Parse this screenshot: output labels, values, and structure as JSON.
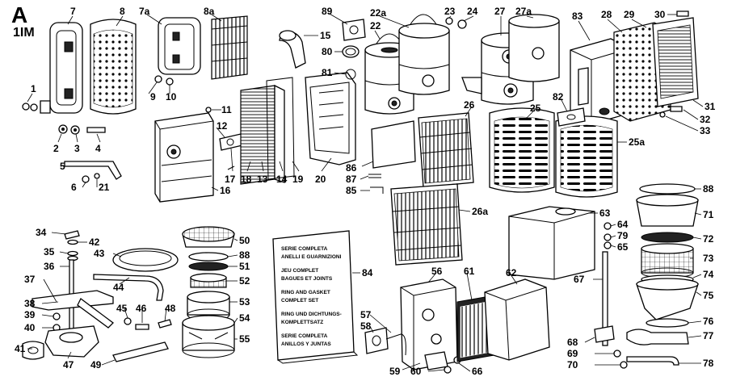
{
  "header": {
    "letter": "A",
    "model": "1IM"
  },
  "kit_card": {
    "lines": [
      "SERIE COMPLETA",
      "ANELLI E GUARNIZIONI",
      "JEU COMPLET",
      "BAGUES ET JOINTS",
      "RING AND GASKET",
      "COMPLET SET",
      "RING UND DICHTUNGS-",
      "KOMPLETTSATZ",
      "SERIE COMPLETA",
      "ANILLOS Y JUNTAS"
    ]
  },
  "callouts": [
    {
      "id": "c7",
      "text": "7"
    },
    {
      "id": "c8",
      "text": "8"
    },
    {
      "id": "c7a",
      "text": "7a"
    },
    {
      "id": "c8a",
      "text": "8a"
    },
    {
      "id": "c89",
      "text": "89"
    },
    {
      "id": "c22a",
      "text": "22a"
    },
    {
      "id": "c23",
      "text": "23"
    },
    {
      "id": "c24",
      "text": "24"
    },
    {
      "id": "c27",
      "text": "27"
    },
    {
      "id": "c27a",
      "text": "27a"
    },
    {
      "id": "c83",
      "text": "83"
    },
    {
      "id": "c28",
      "text": "28"
    },
    {
      "id": "c29",
      "text": "29"
    },
    {
      "id": "c30",
      "text": "30"
    },
    {
      "id": "c22",
      "text": "22"
    },
    {
      "id": "c15",
      "text": "15"
    },
    {
      "id": "c80",
      "text": "80"
    },
    {
      "id": "c81",
      "text": "81"
    },
    {
      "id": "c1",
      "text": "1"
    },
    {
      "id": "c9",
      "text": "9"
    },
    {
      "id": "c10",
      "text": "10"
    },
    {
      "id": "c11",
      "text": "11"
    },
    {
      "id": "c26",
      "text": "26"
    },
    {
      "id": "c25",
      "text": "25"
    },
    {
      "id": "c82",
      "text": "82"
    },
    {
      "id": "c31",
      "text": "31"
    },
    {
      "id": "c32",
      "text": "32"
    },
    {
      "id": "c33",
      "text": "33"
    },
    {
      "id": "c2",
      "text": "2"
    },
    {
      "id": "c3",
      "text": "3"
    },
    {
      "id": "c4",
      "text": "4"
    },
    {
      "id": "c12",
      "text": "12"
    },
    {
      "id": "c25a",
      "text": "25a"
    },
    {
      "id": "c5",
      "text": "5"
    },
    {
      "id": "c17",
      "text": "17"
    },
    {
      "id": "c18",
      "text": "18"
    },
    {
      "id": "c13",
      "text": "13"
    },
    {
      "id": "c14",
      "text": "14"
    },
    {
      "id": "c19",
      "text": "19"
    },
    {
      "id": "c20",
      "text": "20"
    },
    {
      "id": "c86",
      "text": "86"
    },
    {
      "id": "c87",
      "text": "87"
    },
    {
      "id": "c6",
      "text": "6"
    },
    {
      "id": "c21",
      "text": "21"
    },
    {
      "id": "c16",
      "text": "16"
    },
    {
      "id": "c85",
      "text": "85"
    },
    {
      "id": "c88a",
      "text": "88"
    },
    {
      "id": "c26a",
      "text": "26a"
    },
    {
      "id": "c63",
      "text": "63"
    },
    {
      "id": "c71",
      "text": "71"
    },
    {
      "id": "c64",
      "text": "64"
    },
    {
      "id": "c34",
      "text": "34"
    },
    {
      "id": "c79",
      "text": "79"
    },
    {
      "id": "c42",
      "text": "42"
    },
    {
      "id": "c50",
      "text": "50"
    },
    {
      "id": "c72",
      "text": "72"
    },
    {
      "id": "c65",
      "text": "65"
    },
    {
      "id": "c35",
      "text": "35"
    },
    {
      "id": "c43",
      "text": "43"
    },
    {
      "id": "c88b",
      "text": "88"
    },
    {
      "id": "c73",
      "text": "73"
    },
    {
      "id": "c36",
      "text": "36"
    },
    {
      "id": "c51",
      "text": "51"
    },
    {
      "id": "c84",
      "text": "84"
    },
    {
      "id": "c56",
      "text": "56"
    },
    {
      "id": "c61",
      "text": "61"
    },
    {
      "id": "c62",
      "text": "62"
    },
    {
      "id": "c74",
      "text": "74"
    },
    {
      "id": "c37",
      "text": "37"
    },
    {
      "id": "c44",
      "text": "44"
    },
    {
      "id": "c52",
      "text": "52"
    },
    {
      "id": "c67",
      "text": "67"
    },
    {
      "id": "c75",
      "text": "75"
    },
    {
      "id": "c38",
      "text": "38"
    },
    {
      "id": "c53",
      "text": "53"
    },
    {
      "id": "c45",
      "text": "45"
    },
    {
      "id": "c46",
      "text": "46"
    },
    {
      "id": "c48",
      "text": "48"
    },
    {
      "id": "c39",
      "text": "39"
    },
    {
      "id": "c57",
      "text": "57"
    },
    {
      "id": "c54",
      "text": "54"
    },
    {
      "id": "c76",
      "text": "76"
    },
    {
      "id": "c58",
      "text": "58"
    },
    {
      "id": "c40",
      "text": "40"
    },
    {
      "id": "c55",
      "text": "55"
    },
    {
      "id": "c77",
      "text": "77"
    },
    {
      "id": "c68",
      "text": "68"
    },
    {
      "id": "c41",
      "text": "41"
    },
    {
      "id": "c69",
      "text": "69"
    },
    {
      "id": "c47",
      "text": "47"
    },
    {
      "id": "c70",
      "text": "70"
    },
    {
      "id": "c78",
      "text": "78"
    },
    {
      "id": "c49",
      "text": "49"
    },
    {
      "id": "c59",
      "text": "59"
    },
    {
      "id": "c60",
      "text": "60"
    },
    {
      "id": "c66",
      "text": "66"
    }
  ]
}
